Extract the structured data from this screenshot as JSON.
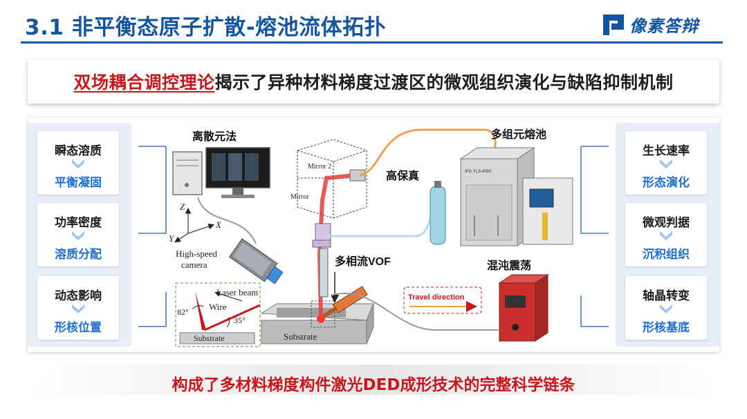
{
  "header": {
    "title": "3.1  非平衡态原子扩散-熔池流体拓扑",
    "logo_text": "像素答辩"
  },
  "subtitle": {
    "highlight": "双场耦合调控理论",
    "rest": "揭示了异种材料梯度过渡区的微观组织演化与缺陷抑制机制"
  },
  "left_cards": [
    {
      "top": "瞬态溶质",
      "bottom": "平衡凝固"
    },
    {
      "top": "功率密度",
      "bottom": "溶质分配"
    },
    {
      "top": "动态影响",
      "bottom": "形核位置"
    }
  ],
  "right_cards": [
    {
      "top": "生长速率",
      "bottom": "形态演化"
    },
    {
      "top": "微观判据",
      "bottom": "沉积组织"
    },
    {
      "top": "轴晶转变",
      "bottom": "形核基底"
    }
  ],
  "diagram": {
    "label_discrete": "离散元法",
    "label_multi_pool": "多组元熔池",
    "label_high_fidelity": "高保真",
    "label_vof": "多相流VOF",
    "label_mixing": "混沌震荡",
    "mirror2": "Mirror 2",
    "mirror": "Mirror",
    "axis_z": "Z",
    "axis_x": "X",
    "axis_y": "Y",
    "camera_line1": "High-speed",
    "camera_line2": "camera",
    "laser_beam": "Laser beam",
    "wire": "Wire",
    "angle_82": "82°",
    "angle_35": "35°",
    "substrate_inset": "Substrate",
    "substrate_main": "Substrate",
    "travel_direction": "Travel direction",
    "ipg_label": "IPG YLS-4000"
  },
  "footer": {
    "text": "构成了多材料梯度构件激光DED成形技术的完整科学链条"
  },
  "colors": {
    "primary_blue": "#13569f",
    "accent_red": "#c8161d",
    "card_blue": "#1e6fd2",
    "panel_bg": "#e8eef6"
  }
}
